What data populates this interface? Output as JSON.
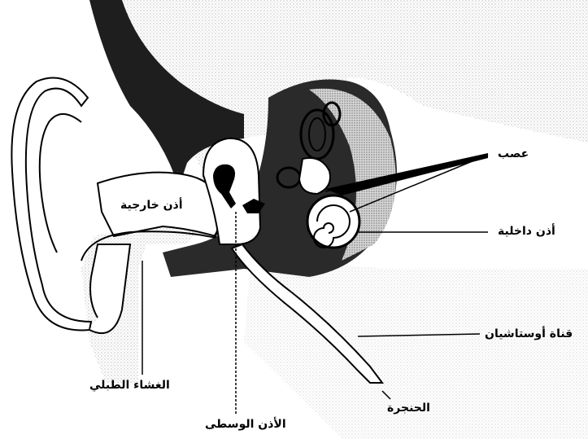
{
  "labels": {
    "nerve": "عصب",
    "inner_ear": "أذن داخلية",
    "eustachian_tube": "قناة أوستاشيان",
    "outer_ear": "أذن خارجية",
    "eardrum": "الغشاء الطبلي",
    "middle_ear": "الأذن الوسطى",
    "larynx": "الحنجرة"
  },
  "colors": {
    "ink": "#000000",
    "dark_fill": "#3a3a3a",
    "stipple": "#c9c9c9",
    "paper": "#ffffff"
  }
}
